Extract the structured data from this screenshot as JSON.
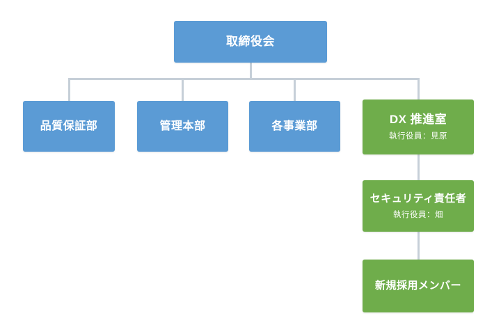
{
  "diagram": {
    "type": "org-chart",
    "background": "#ffffff",
    "colors": {
      "blue_node": "#5b9bd5",
      "green_node": "#6fad4b",
      "connector": "#c6cfd8",
      "text": "#ffffff"
    },
    "nodes": {
      "board": {
        "label": "取締役会"
      },
      "quality": {
        "label": "品質保証部"
      },
      "admin": {
        "label": "管理本部"
      },
      "business": {
        "label": "各事業部"
      },
      "dx": {
        "label": "DX 推進室",
        "sublabel": "執行役員：見原"
      },
      "security": {
        "label": "セキュリティ責任者",
        "sublabel": "執行役員：畑"
      },
      "newhire": {
        "label": "新規採用メンバー"
      }
    },
    "edges": [
      {
        "from": "board",
        "to": "quality"
      },
      {
        "from": "board",
        "to": "admin"
      },
      {
        "from": "board",
        "to": "business"
      },
      {
        "from": "board",
        "to": "dx"
      },
      {
        "from": "dx",
        "to": "security"
      },
      {
        "from": "security",
        "to": "newhire"
      }
    ]
  }
}
